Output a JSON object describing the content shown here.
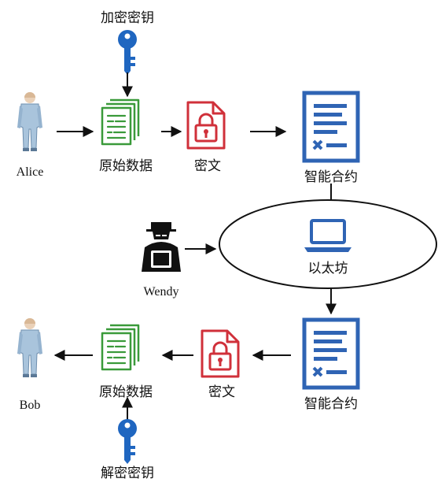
{
  "labels": {
    "encrypt_key": "加密密钥",
    "decrypt_key": "解密密钥",
    "alice": "Alice",
    "bob": "Bob",
    "wendy": "Wendy",
    "raw_data_top": "原始数据",
    "raw_data_bottom": "原始数据",
    "cipher_top": "密文",
    "cipher_bottom": "密文",
    "contract_top": "智能合约",
    "contract_bottom": "智能合约",
    "ethereum": "以太坊"
  },
  "colors": {
    "key": "#1f66c0",
    "document": "#3a9a3a",
    "lock": "#d0303a",
    "contract": "#2f64b4",
    "laptop": "#2f64b4",
    "person": "#a9c4dc",
    "hacker": "#111111",
    "arrow": "#111111"
  },
  "icons": {
    "key": "key-icon",
    "document": "document-stack-icon",
    "lock": "locked-file-icon",
    "contract": "contract-icon",
    "laptop": "laptop-icon",
    "person": "person-icon",
    "hacker": "hacker-icon"
  }
}
